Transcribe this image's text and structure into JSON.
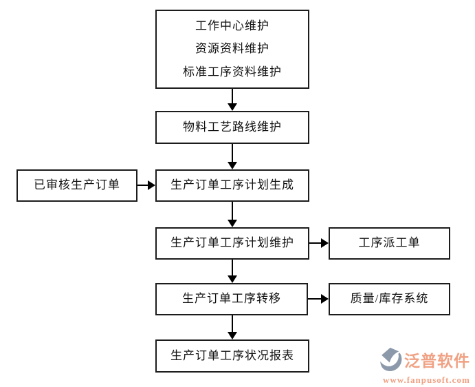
{
  "flow": {
    "top_box": {
      "lines": [
        "工作中心维护",
        "资源资料维护",
        "标准工序资料维护"
      ]
    },
    "boxes": {
      "routing": "物料工艺路线维护",
      "approved_order": "已审核生产订单",
      "plan_generate": "生产订单工序计划生成",
      "plan_maintain": "生产订单工序计划维护",
      "dispatch_order": "工序派工单",
      "transfer": "生产订单工序转移",
      "quality_inventory": "质量/库存系统",
      "status_report": "生产订单工序状况报表"
    }
  },
  "logo": {
    "brand": "泛普软件",
    "website": "www.fanpusoft.com"
  },
  "colors": {
    "box_border": "#1c1c1c",
    "arrow": "#000000",
    "logo_icon": "#8c99ab",
    "logo_text": "#f0a183"
  }
}
